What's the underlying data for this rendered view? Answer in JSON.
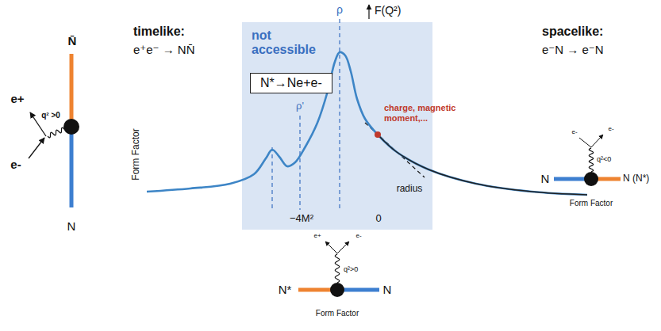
{
  "diagram": {
    "nodes": [
      {
        "text": [
          "not accessible"
        ]
      },
      {
        "text": [
          "N*→Ne+e-"
        ],
        "in": 0
      }
    ],
    "labels": [
      "timelike:",
      "e⁺e⁻ → NN̄",
      "ρ",
      "F(Q²)",
      "ρ'",
      "spacelike:",
      "e⁻N → e⁻N",
      "charge, magnetic moment,...",
      "radius",
      "Form Factor",
      "−4M²",
      "0",
      "e+",
      "q² >0",
      "N̄",
      "e-",
      "N",
      "e-",
      "e-",
      "q²<0",
      "N",
      "N (N*)",
      "Form Factor",
      "e+",
      "e-",
      "q²>0",
      "N*",
      "N",
      "Form Factor"
    ]
  }
}
